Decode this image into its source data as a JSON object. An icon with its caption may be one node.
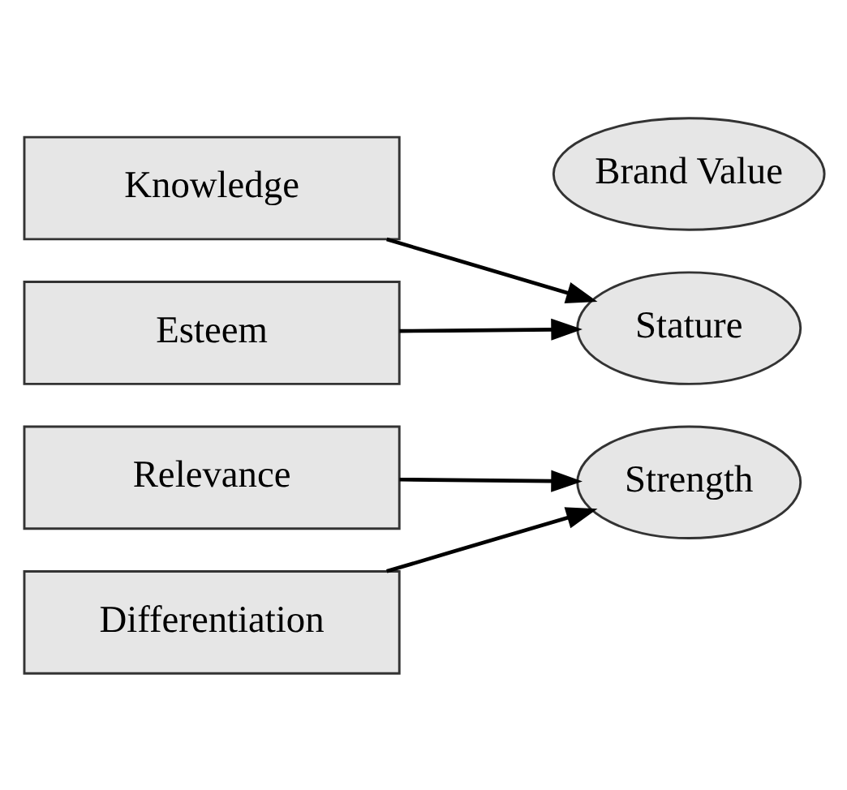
{
  "diagram": {
    "nodes": [
      {
        "text": [
          "Brand Value"
        ]
      },
      {
        "text": [
          "Knowledge"
        ]
      },
      {
        "text": [
          "Esteem"
        ]
      },
      {
        "text": [
          "Relevance"
        ]
      },
      {
        "text": [
          "Differentiation"
        ]
      },
      {
        "text": [
          "Stature"
        ]
      },
      {
        "text": [
          "Strength"
        ]
      }
    ],
    "edges": [
      {
        "from": 1,
        "to": 5,
        "arrow": "to"
      },
      {
        "from": 2,
        "to": 5,
        "arrow": "to"
      },
      {
        "from": 3,
        "to": 6,
        "arrow": "to"
      },
      {
        "from": 4,
        "to": 6,
        "arrow": "to"
      }
    ]
  }
}
